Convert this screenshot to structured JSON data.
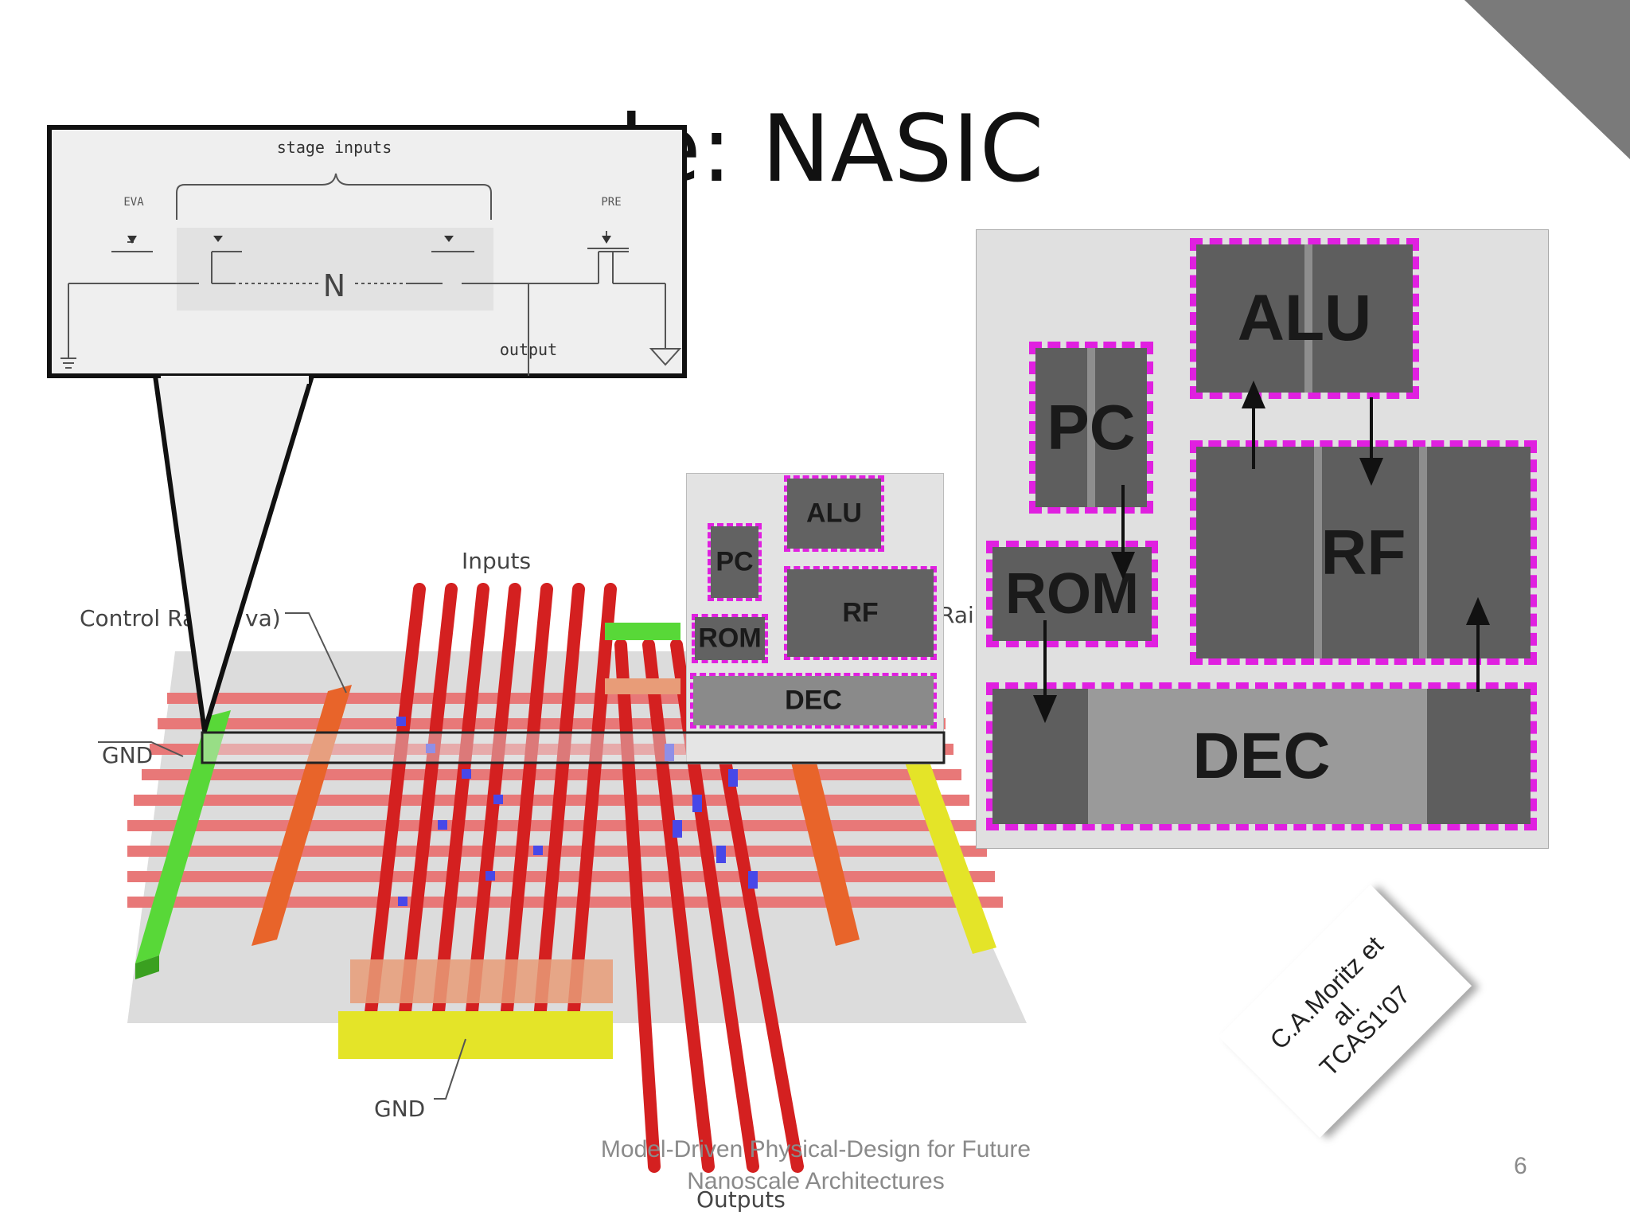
{
  "slide": {
    "title": "nple: NASIC",
    "footer_line1": "Model-Driven Physical-Design for Future",
    "footer_line2": "Nanoscale Architectures",
    "page_number": "6"
  },
  "citation": {
    "line1": "C.A.Moritz et",
    "line2": "al.",
    "line3": "TCAS1'07"
  },
  "crossbar_figure": {
    "label_inputs": "Inputs",
    "label_control_rail": "Control Ra",
    "label_control_rail_tail": "va)",
    "label_gnd_left": "GND",
    "label_gnd_bottom": "GND",
    "label_outputs": "Outputs",
    "label_rail_right": "Rail"
  },
  "circuit_callout": {
    "stage_inputs": "stage inputs",
    "pre": "PRE",
    "eva": "EVA",
    "n_label": "N",
    "output": "output"
  },
  "floorplan_small": {
    "blocks": [
      "ALU",
      "PC",
      "RF",
      "ROM",
      "DEC"
    ]
  },
  "floorplan_large": {
    "blocks": [
      "ALU",
      "PC",
      "RF",
      "ROM",
      "DEC"
    ]
  },
  "colors": {
    "block_outline": "#e020e0",
    "input_wire": "#d42020",
    "control_rail": "#e8642a",
    "gnd_rail": "#58d838",
    "vdd_rail": "#e4e428",
    "via": "#4848e8"
  }
}
